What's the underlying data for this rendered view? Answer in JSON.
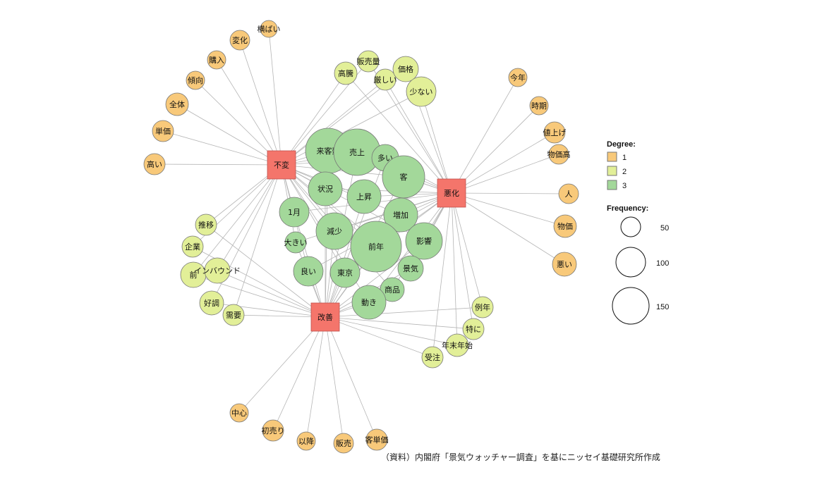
{
  "colors": {
    "degree1": "#f8c97a",
    "degree2": "#e2ef98",
    "degree3": "#a3d89a",
    "hub": "#f4756b",
    "edge": "#b5b5b5",
    "stroke": "#777777"
  },
  "hubs": [
    "不変",
    "悪化",
    "改善"
  ],
  "nodes": [
    {
      "label": "来客数",
      "degree": 3
    },
    {
      "label": "売上",
      "degree": 3
    },
    {
      "label": "多い",
      "degree": 3
    },
    {
      "label": "客",
      "degree": 3
    },
    {
      "label": "状況",
      "degree": 3
    },
    {
      "label": "上昇",
      "degree": 3
    },
    {
      "label": "1月",
      "degree": 3
    },
    {
      "label": "増加",
      "degree": 3
    },
    {
      "label": "減少",
      "degree": 3
    },
    {
      "label": "影響",
      "degree": 3
    },
    {
      "label": "前年",
      "degree": 3
    },
    {
      "label": "大きい",
      "degree": 3
    },
    {
      "label": "良い",
      "degree": 3
    },
    {
      "label": "東京",
      "degree": 3
    },
    {
      "label": "景気",
      "degree": 3
    },
    {
      "label": "商品",
      "degree": 3
    },
    {
      "label": "動き",
      "degree": 3
    },
    {
      "label": "販売量",
      "degree": 2
    },
    {
      "label": "高騰",
      "degree": 2
    },
    {
      "label": "厳しい",
      "degree": 2
    },
    {
      "label": "価格",
      "degree": 2
    },
    {
      "label": "少ない",
      "degree": 2
    },
    {
      "label": "推移",
      "degree": 2
    },
    {
      "label": "企業",
      "degree": 2
    },
    {
      "label": "前",
      "degree": 2
    },
    {
      "label": "インバウンド",
      "degree": 2
    },
    {
      "label": "好調",
      "degree": 2
    },
    {
      "label": "需要",
      "degree": 2
    },
    {
      "label": "例年",
      "degree": 2
    },
    {
      "label": "特に",
      "degree": 2
    },
    {
      "label": "年末年始",
      "degree": 2
    },
    {
      "label": "受注",
      "degree": 2
    },
    {
      "label": "横ばい",
      "degree": 1
    },
    {
      "label": "変化",
      "degree": 1
    },
    {
      "label": "購入",
      "degree": 1
    },
    {
      "label": "傾向",
      "degree": 1
    },
    {
      "label": "全体",
      "degree": 1
    },
    {
      "label": "単価",
      "degree": 1
    },
    {
      "label": "高い",
      "degree": 1
    },
    {
      "label": "今年",
      "degree": 1
    },
    {
      "label": "時期",
      "degree": 1
    },
    {
      "label": "値上げ",
      "degree": 1
    },
    {
      "label": "物価高",
      "degree": 1
    },
    {
      "label": "人",
      "degree": 1
    },
    {
      "label": "物価",
      "degree": 1
    },
    {
      "label": "悪い",
      "degree": 1
    },
    {
      "label": "中心",
      "degree": 1
    },
    {
      "label": "初売り",
      "degree": 1
    },
    {
      "label": "以降",
      "degree": 1
    },
    {
      "label": "販売",
      "degree": 1
    },
    {
      "label": "客単価",
      "degree": 1
    }
  ],
  "legend": {
    "degree_title": "Degree:",
    "degree_items": [
      {
        "label": "1",
        "color": "#f8c97a"
      },
      {
        "label": "2",
        "color": "#e2ef98"
      },
      {
        "label": "3",
        "color": "#a3d89a"
      }
    ],
    "freq_title": "Frequency:",
    "freq_items": [
      "50",
      "100",
      "150"
    ]
  },
  "caption": "（資料）内閣府「景気ウォッチャー調査」を基にニッセイ基礎研究所作成"
}
